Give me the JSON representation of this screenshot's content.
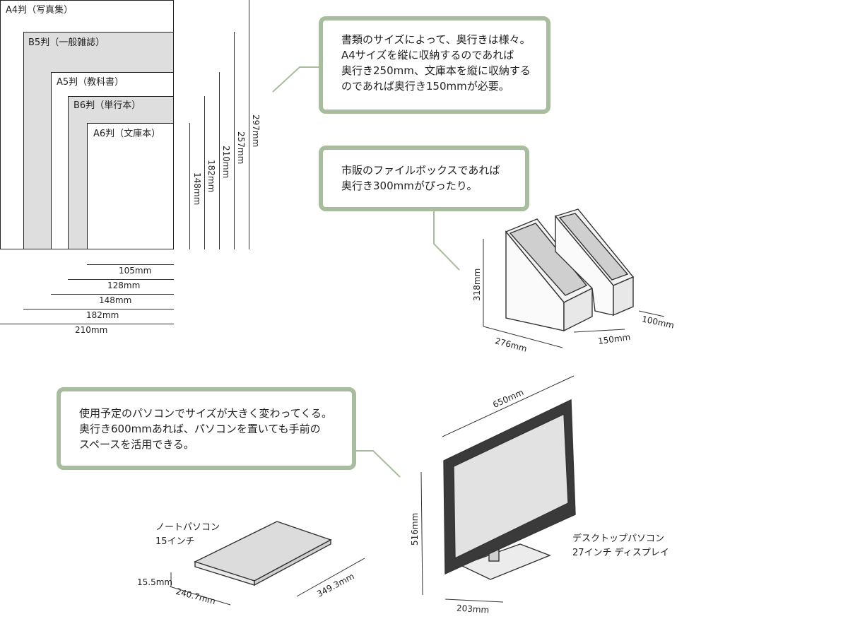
{
  "paper_sizes": {
    "a4": "A4判（写真集）",
    "b5": "B5判（一般雑誌）",
    "a5": "A5判（教科書）",
    "b6": "B6判（単行本）",
    "a6": "A6判（文庫本）",
    "heights": [
      "148mm",
      "182mm",
      "210mm",
      "257mm",
      "297mm"
    ],
    "widths": [
      "105mm",
      "128mm",
      "148mm",
      "182mm",
      "210mm"
    ]
  },
  "callouts": {
    "depth_note": [
      "書類のサイズによって、奥行きは様々。",
      "A4サイズを縦に収納するのであれば",
      "奥行き250mm、文庫本を縦に収納する",
      "のであれば奥行き150mmが必要。"
    ],
    "filebox_note": [
      "市販のファイルボックスであれば",
      "奥行き300mmがぴったり。"
    ],
    "pc_note": [
      "使用予定のパソコンでサイズが大きく変わってくる。",
      "奥行き600mmあれば、パソコンを置いても手前の",
      "スペースを活用できる。"
    ]
  },
  "filebox": {
    "height": "318mm",
    "depth": "276mm",
    "width_large": "150mm",
    "width_small": "100mm"
  },
  "laptop": {
    "title_line1": "ノートパソコン",
    "title_line2": "15インチ",
    "thickness": "15.5mm",
    "depth": "240.7mm",
    "width": "349.3mm"
  },
  "monitor": {
    "title_line1": "デスクトップパソコン",
    "title_line2": "27インチ ディスプレイ",
    "width": "650mm",
    "height": "516mm",
    "depth": "203mm"
  },
  "colors": {
    "callout_border": "#a7bd9e",
    "paper_gray": "#dedede",
    "leader_line": "#a7bd9e"
  }
}
